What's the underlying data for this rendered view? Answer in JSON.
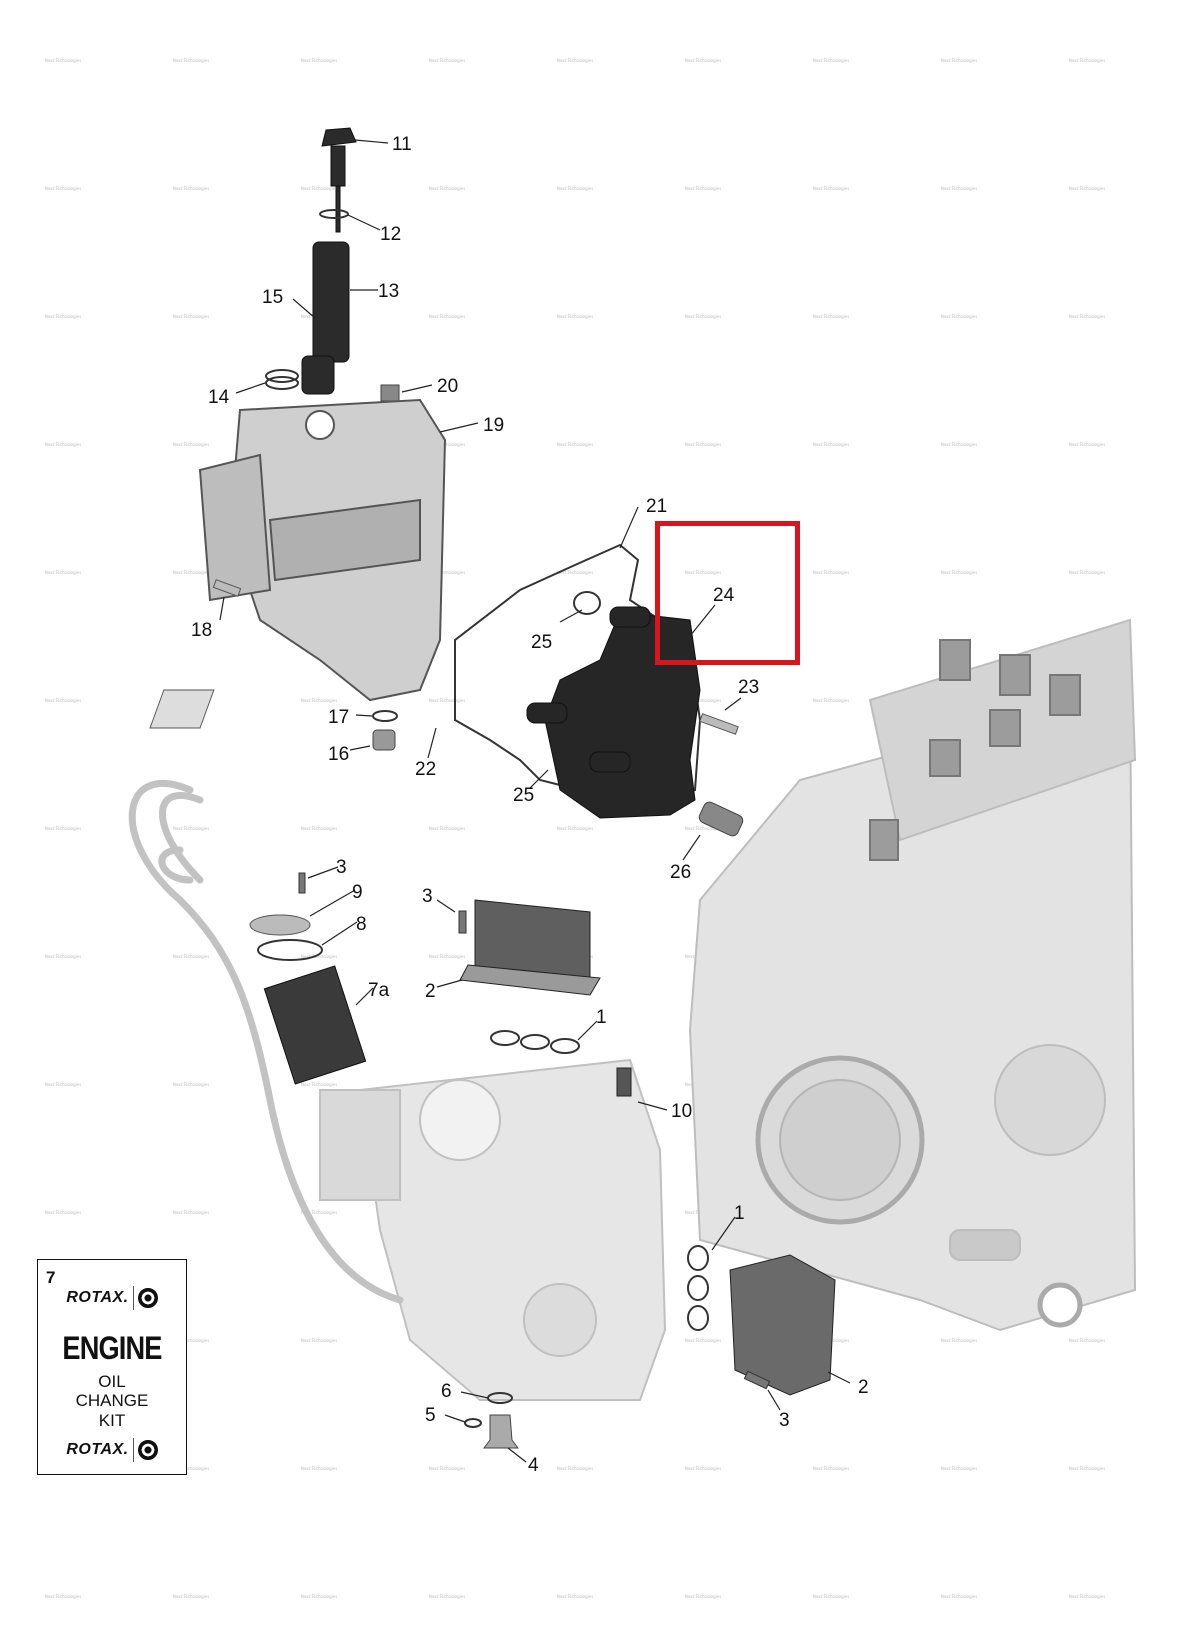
{
  "diagram": {
    "callouts": {
      "c11": "11",
      "c12": "12",
      "c13": "13",
      "c15": "15",
      "c14": "14",
      "c20": "20",
      "c19": "19",
      "c18": "18",
      "c21": "21",
      "c24": "24",
      "c25a": "25",
      "c23": "23",
      "c17": "17",
      "c16": "16",
      "c22": "22",
      "c25b": "25",
      "c26": "26",
      "c3a": "3",
      "c9": "9",
      "c8": "8",
      "c7a": "7a",
      "c3b": "3",
      "c2a": "2",
      "c1a": "1",
      "c10": "10",
      "c1b": "1",
      "c2b": "2",
      "c3c": "3",
      "c6": "6",
      "c5": "5",
      "c4": "4"
    },
    "watermark_text": "Next Technologies",
    "highlight_color": "#d8151c"
  },
  "kit": {
    "number": "7",
    "brand_top": "ROTAX.",
    "title": "ENGINE",
    "line1": "OIL",
    "line2": "CHANGE",
    "line3": "KIT",
    "brand_bottom": "ROTAX."
  }
}
